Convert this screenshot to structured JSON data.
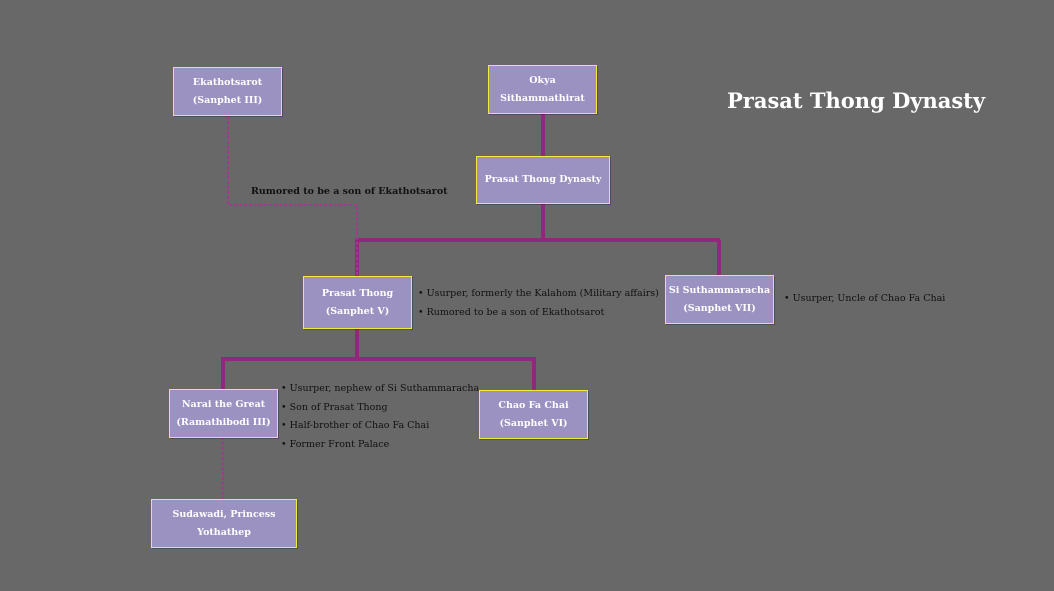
{
  "title": "Prasat Thong Dynasty",
  "colors": {
    "background": "#686868",
    "node_fill": "#9b92c2",
    "node_border": "#f3ea3a",
    "connector": "#8e2a7e",
    "dotted_connector": "#a03a8e"
  },
  "nodes": {
    "ekathotsarot": {
      "line1": "Ekathotsarot",
      "line2": "(Sanphet III)"
    },
    "okya": {
      "line1": "Okya",
      "line2": "Sithammathirat"
    },
    "dynasty": {
      "line1": "Prasat Thong Dynasty"
    },
    "prasat_thong": {
      "line1": "Prasat Thong",
      "line2": "(Sanphet V)"
    },
    "si_suthammaracha": {
      "line1": "Si Suthammaracha",
      "line2": "(Sanphet VII)"
    },
    "narai": {
      "line1": "Narai the Great",
      "line2": "(Ramathibodi III)"
    },
    "chao_fa_chai": {
      "line1": "Chao Fa Chai",
      "line2": "(Sanphet VI)"
    },
    "sudawadi": {
      "line1": "Sudawadi, Princess Yothathep"
    }
  },
  "annotations": {
    "rumored_label": "Rumored to be a son of Ekathotsarot",
    "prasat_thong_notes": [
      "Usurper, formerly the Kalahom (Military affairs)",
      "Rumored to be a son of Ekathotsarot"
    ],
    "si_suthammaracha_notes": [
      "Usurper, Uncle of Chao Fa Chai"
    ],
    "narai_notes": [
      "Usurper, nephew of Si Suthammaracha",
      "Son of Prasat Thong",
      "Half-brother of Chao Fa Chai",
      "Former Front Palace"
    ]
  }
}
